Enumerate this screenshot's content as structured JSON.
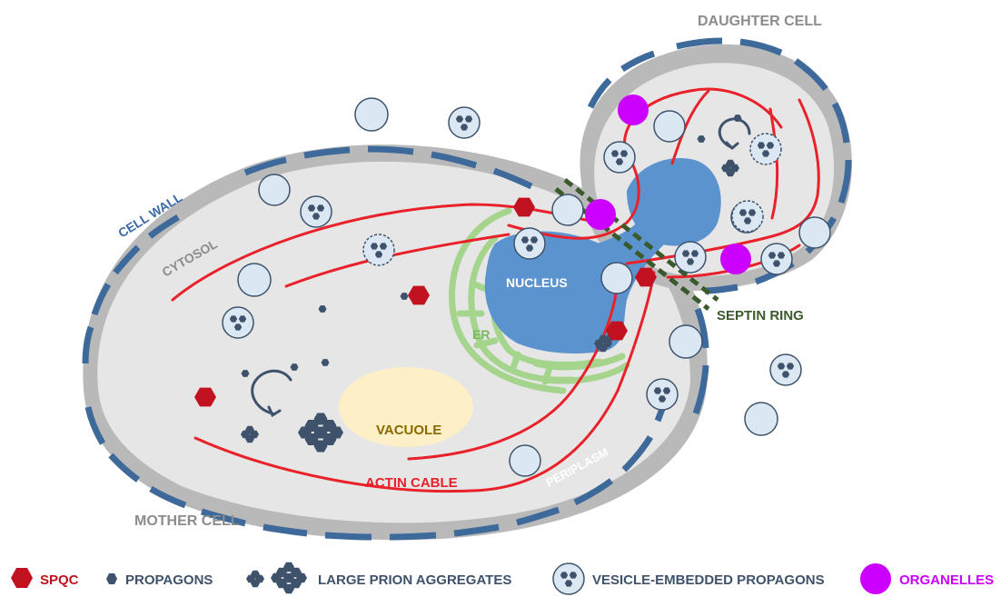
{
  "labels": {
    "daughter_cell": "DAUGHTER CELL",
    "mother_cell": "MOTHER CELL",
    "cell_wall": "CELL WALL",
    "cytosol": "CYTOSOL",
    "nucleus": "NUCLEUS",
    "er": "ER",
    "vacuole": "VACUOLE",
    "actin_cable": "ACTIN CABLE",
    "periplasm": "PERIPLASM",
    "septin_ring": "SEPTIN RING"
  },
  "legend": {
    "spqc": "SPQC",
    "propagons": "PROPAGONS",
    "large_aggregates": "LARGE PRION AGGREGATES",
    "vesicle_propagons": "VESICLE-EMBEDDED PROPAGONS",
    "organelles": "ORGANELLES"
  },
  "colors": {
    "wall_segment": "#3d6a9a",
    "wall": "#b9b9b9",
    "cytosol": "#e6e6e6",
    "nucleus": "#5b93cf",
    "er": "#a5d48c",
    "vacuole": "#fdf0c6",
    "actin": "#e8212a",
    "spqc": "#c0121f",
    "propagon": "#3e536b",
    "vesicle": "#dbe8f4",
    "organelle": "#cc00ff",
    "septin": "#3b5a2b",
    "label_gray": "#8c8c8c",
    "cell_wall_label": "#3a6aa6",
    "vacuole_label": "#8a6a00"
  }
}
